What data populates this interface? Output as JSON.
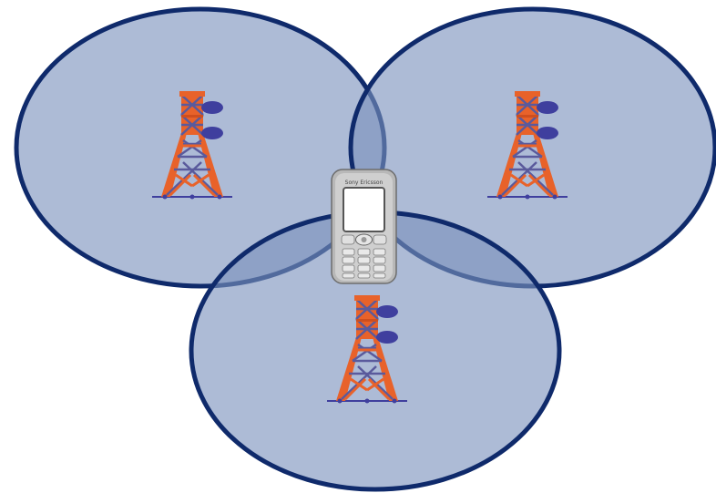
{
  "diagram": {
    "colors": {
      "cell_fill": "#7a91bd",
      "cell_stroke": "#0f2a6b",
      "tower_orange": "#e8622a",
      "tower_purple": "#5a5a9c",
      "antenna": "#3f3f9e",
      "phone_body": "#b8b8b8",
      "phone_screen": "#ffffff"
    },
    "cells": [
      {
        "name": "cell-left"
      },
      {
        "name": "cell-right"
      },
      {
        "name": "cell-bottom"
      }
    ],
    "phone": {
      "brand": "Sony Ericsson"
    }
  }
}
